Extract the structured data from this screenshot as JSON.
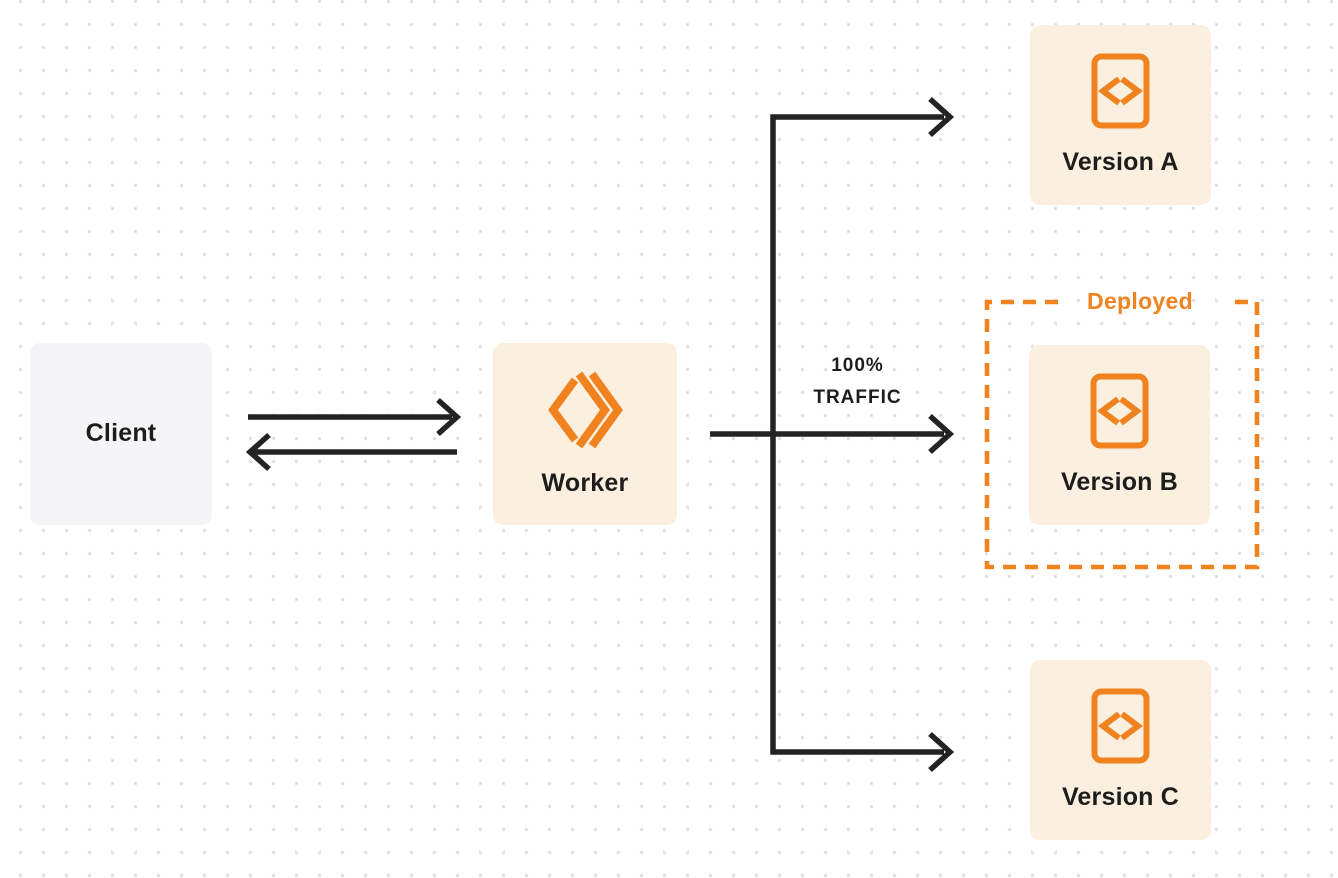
{
  "diagram": {
    "type": "architecture-flow",
    "description": "Client traffic routed through a Worker to one of three versions"
  },
  "nodes": {
    "client": {
      "label": "Client"
    },
    "worker": {
      "label": "Worker"
    },
    "version_a": {
      "label": "Version A"
    },
    "version_b": {
      "label": "Version B"
    },
    "version_c": {
      "label": "Version C"
    }
  },
  "annotations": {
    "deployed": "Deployed",
    "traffic_line1": "100%",
    "traffic_line2": "TRAFFIC"
  },
  "edges": [
    {
      "from": "client",
      "to": "worker",
      "style": "arrow-right"
    },
    {
      "from": "worker",
      "to": "client",
      "style": "arrow-left"
    },
    {
      "from": "worker",
      "to": "version_a",
      "style": "elbow-arrow"
    },
    {
      "from": "worker",
      "to": "version_b",
      "style": "straight-arrow",
      "label": "100% TRAFFIC"
    },
    {
      "from": "worker",
      "to": "version_c",
      "style": "elbow-arrow"
    }
  ],
  "colors": {
    "orange": "#F0831F",
    "cream": "#FBF0DF",
    "gray_box": "#F5F5F7",
    "line": "#232323",
    "text": "#1D1D1D",
    "dot": "#E2E2E2",
    "bg": "#FFFFFF"
  }
}
